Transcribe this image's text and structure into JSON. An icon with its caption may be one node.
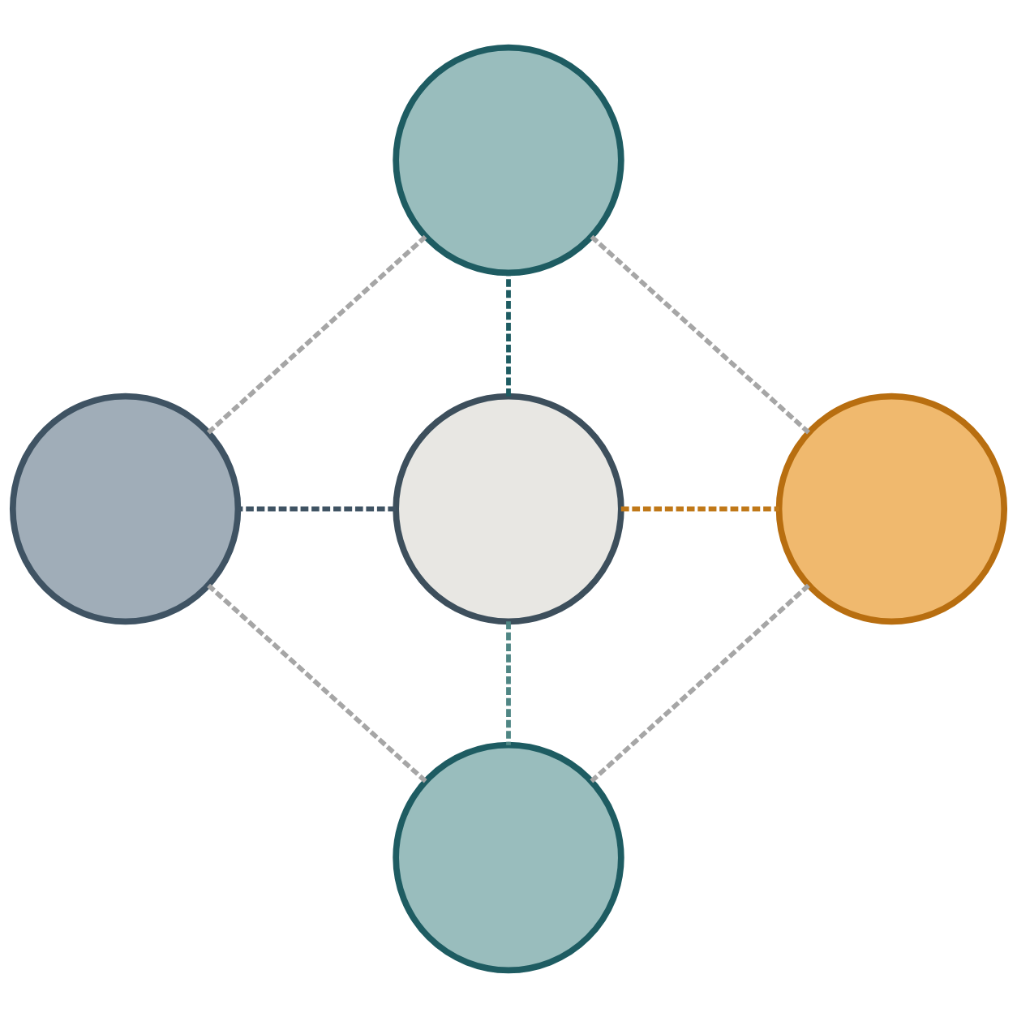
{
  "diagram": {
    "nodes": [
      {
        "text": [],
        "shape": "circle"
      },
      {
        "text": [],
        "shape": "circle"
      },
      {
        "text": [],
        "shape": "circle"
      },
      {
        "text": [],
        "shape": "circle"
      },
      {
        "text": [],
        "shape": "circle"
      }
    ],
    "edges": [
      {
        "from": 2,
        "to": 0,
        "arrow": "none",
        "style": "dashed",
        "color": "#1e5c62"
      },
      {
        "from": 2,
        "to": 1,
        "arrow": "none",
        "style": "dashed",
        "color": "#3f5363"
      },
      {
        "from": 2,
        "to": 3,
        "arrow": "none",
        "style": "dashed",
        "color": "#c07818"
      },
      {
        "from": 2,
        "to": 4,
        "arrow": "none",
        "style": "dashed",
        "color": "#4f8684"
      },
      {
        "from": 0,
        "to": 3,
        "arrow": "none",
        "style": "dashed",
        "color": "#a6a6a6"
      },
      {
        "from": 3,
        "to": 4,
        "arrow": "none",
        "style": "dashed",
        "color": "#a6a6a6"
      },
      {
        "from": 4,
        "to": 1,
        "arrow": "none",
        "style": "dashed",
        "color": "#a6a6a6"
      },
      {
        "from": 1,
        "to": 0,
        "arrow": "none",
        "style": "dashed",
        "color": "#a6a6a6"
      }
    ]
  }
}
